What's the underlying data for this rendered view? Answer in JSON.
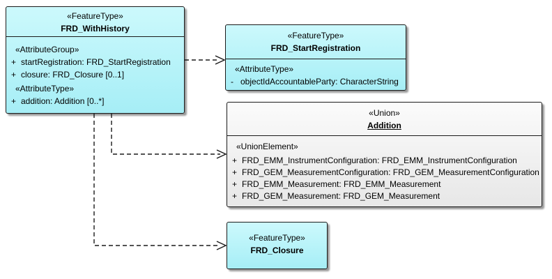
{
  "colors": {
    "feature_fill_top": "#ccf9fc",
    "feature_fill_bottom": "#a6eef6",
    "union_fill_top": "#fbfbfb",
    "union_fill_bottom": "#e7e7e7",
    "border": "#1a1a1a",
    "connector": "#1a1a1a"
  },
  "boxes": {
    "withHistory": {
      "stereotype": "«FeatureType»",
      "name": "FRD_WithHistory",
      "items": [
        {
          "text": "«AttributeGroup»"
        },
        {
          "vis": "+",
          "text": "startRegistration: FRD_StartRegistration"
        },
        {
          "vis": "+",
          "text": "closure: FRD_Closure [0..1]"
        },
        {
          "text": "«AttributeType»"
        },
        {
          "vis": "+",
          "text": "addition: Addition [0..*]"
        }
      ]
    },
    "startRegistration": {
      "stereotype": "«FeatureType»",
      "name": "FRD_StartRegistration",
      "items": [
        {
          "text": "«AttributeType»"
        },
        {
          "vis": "-",
          "text": "objectIdAccountableParty: CharacterString"
        }
      ]
    },
    "addition": {
      "stereotype": "«Union»",
      "name": "Addition",
      "items": [
        {
          "text": "«UnionElement»"
        },
        {
          "vis": "+",
          "text": "FRD_EMM_InstrumentConfiguration: FRD_EMM_InstrumentConfiguration"
        },
        {
          "vis": "+",
          "text": "FRD_GEM_MeasurementConfiguration: FRD_GEM_MeasurementConfiguration"
        },
        {
          "vis": "+",
          "text": "FRD_EMM_Measurement: FRD_EMM_Measurement"
        },
        {
          "vis": "+",
          "text": "FRD_GEM_Measurement: FRD_GEM_Measurement"
        }
      ]
    },
    "closure": {
      "stereotype": "«FeatureType»",
      "name": "FRD_Closure"
    }
  },
  "connectors": [
    {
      "from": "FRD_WithHistory",
      "to": "FRD_StartRegistration",
      "style": "dashed-dependency"
    },
    {
      "from": "FRD_WithHistory",
      "to": "Addition",
      "style": "dashed-dependency"
    },
    {
      "from": "FRD_WithHistory",
      "to": "FRD_Closure",
      "style": "dashed-dependency"
    }
  ]
}
